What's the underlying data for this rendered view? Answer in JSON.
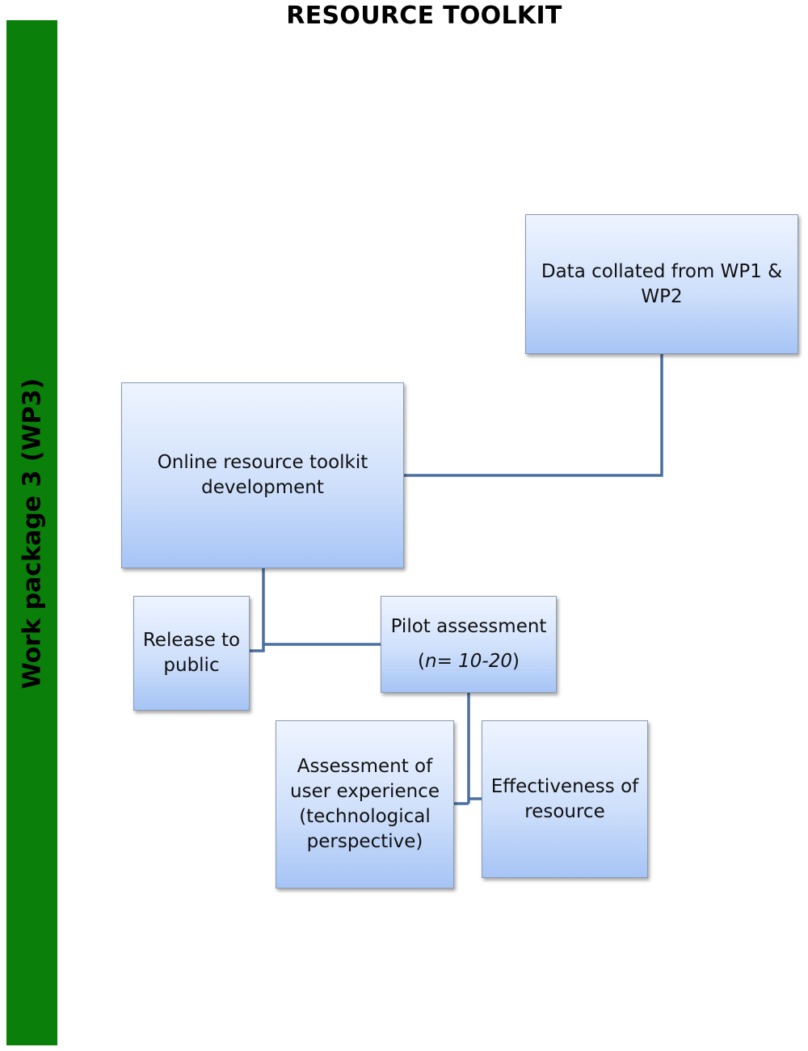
{
  "title": "RESOURCE TOOLKIT",
  "sidebar": {
    "label": "Work package 3 (WP3)",
    "color": "#0a7f0a"
  },
  "colors": {
    "box_fill_top": "#eef4ff",
    "box_fill_bottom": "#a6c4f5",
    "connector": "#4a6f9f"
  },
  "boxes": {
    "data_collated": {
      "line1": "Data collated from WP1 &",
      "line2": "WP2"
    },
    "online_toolkit": {
      "line1": "Online resource toolkit",
      "line2": "development"
    },
    "release": {
      "line1": "Release to",
      "line2": "public"
    },
    "pilot": {
      "line1": "Pilot assessment",
      "open_paren": "(",
      "n_label": "n= 10-20",
      "close_paren": ")"
    },
    "user_experience": {
      "line1": "Assessment of",
      "line2": "user experience",
      "line3": "(technological",
      "line4": "perspective)"
    },
    "effectiveness": {
      "line1": "Effectiveness of",
      "line2": "resource"
    }
  }
}
